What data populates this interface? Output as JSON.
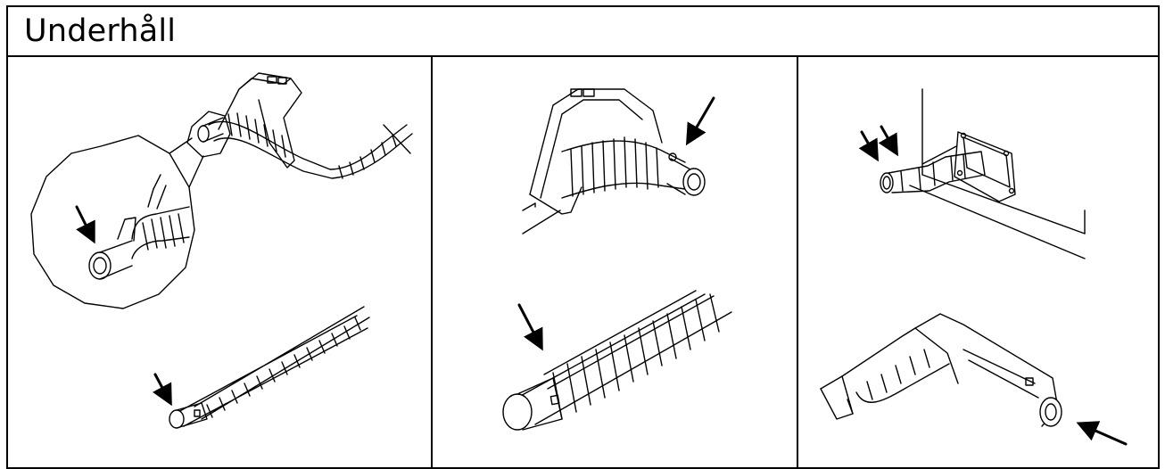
{
  "section": {
    "title": "Underhåll"
  },
  "panels": [
    {
      "icon": "hose-handle-detail-magnified-illustration"
    },
    {
      "icon": "hose-handle-closeup-illustration"
    },
    {
      "icon": "hose-wall-connector-illustration"
    }
  ]
}
